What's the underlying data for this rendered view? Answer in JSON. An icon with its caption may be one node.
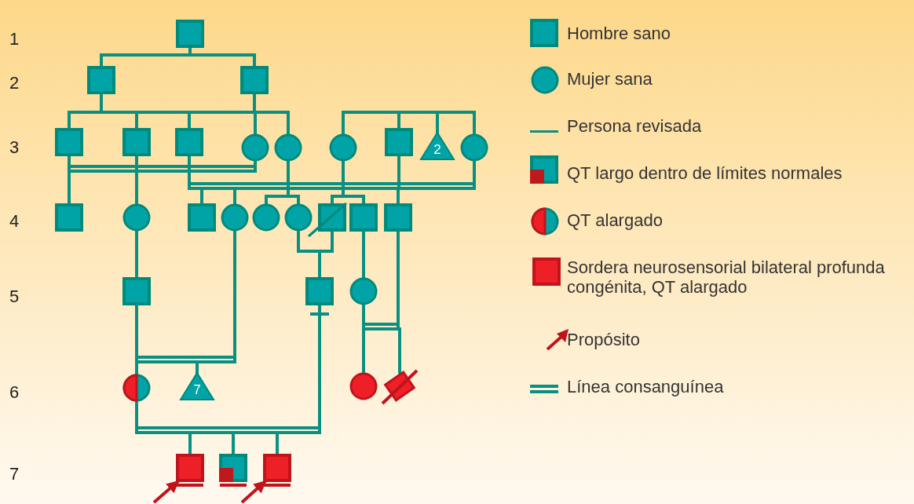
{
  "diagram": {
    "nodes": [
      {
        "text": [],
        "shape": "box"
      },
      {
        "text": [],
        "shape": "box"
      },
      {
        "text": [],
        "shape": "box"
      },
      {
        "text": [],
        "shape": "box"
      },
      {
        "text": [],
        "shape": "box"
      },
      {
        "text": [],
        "shape": "box"
      },
      {
        "text": [],
        "shape": "circle"
      },
      {
        "text": [],
        "shape": "circle"
      },
      {
        "text": [],
        "shape": "circle"
      },
      {
        "text": [],
        "shape": "box"
      },
      {
        "text": [
          "2"
        ]
      },
      {
        "text": [],
        "shape": "circle"
      },
      {
        "text": [],
        "shape": "box"
      },
      {
        "text": [],
        "shape": "circle"
      },
      {
        "text": [],
        "shape": "box"
      },
      {
        "text": [],
        "shape": "circle"
      },
      {
        "text": [],
        "shape": "circle"
      },
      {
        "text": [],
        "shape": "circle"
      },
      {
        "text": [],
        "shape": "box"
      },
      {
        "text": [],
        "shape": "box"
      },
      {
        "text": [],
        "shape": "box"
      },
      {
        "text": [],
        "shape": "box"
      },
      {
        "text": [],
        "shape": "box"
      },
      {
        "text": [],
        "shape": "circle"
      },
      {
        "text": [],
        "shape": "circle"
      },
      {
        "text": [
          "7"
        ]
      },
      {
        "text": [],
        "shape": "circle"
      },
      {
        "text": [],
        "shape": "diamond"
      },
      {
        "text": [],
        "shape": "box"
      },
      {
        "text": [],
        "shape": "box"
      },
      {
        "text": [],
        "shape": "box"
      }
    ],
    "edges": [
      {
        "from": 0,
        "to": 1,
        "arrow": "none"
      },
      {
        "from": 0,
        "to": 2,
        "arrow": "none"
      },
      {
        "from": 1,
        "to": 3,
        "arrow": "none"
      },
      {
        "from": 1,
        "to": 4,
        "arrow": "none"
      },
      {
        "from": 1,
        "to": 5,
        "arrow": "none"
      },
      {
        "from": 1,
        "to": 7,
        "arrow": "none"
      },
      {
        "from": 2,
        "to": 6,
        "arrow": "none"
      },
      {
        "from": 8,
        "to": 9,
        "arrow": "none"
      },
      {
        "from": 9,
        "to": 10,
        "arrow": "none"
      },
      {
        "from": 10,
        "to": 11,
        "arrow": "none"
      },
      {
        "from": 3,
        "to": 6,
        "arrow": "none"
      },
      {
        "from": 3,
        "to": 12,
        "arrow": "none"
      },
      {
        "from": 6,
        "to": 12,
        "arrow": "none"
      },
      {
        "from": 4,
        "to": 13,
        "arrow": "none"
      },
      {
        "from": 5,
        "to": 11,
        "arrow": "none"
      },
      {
        "from": 5,
        "to": 14,
        "arrow": "none"
      },
      {
        "from": 11,
        "to": 14,
        "arrow": "none"
      },
      {
        "from": 5,
        "to": 15,
        "arrow": "none"
      },
      {
        "from": 11,
        "to": 15,
        "arrow": "none"
      },
      {
        "from": 7,
        "to": 16,
        "arrow": "none"
      },
      {
        "from": 7,
        "to": 17,
        "arrow": "none"
      },
      {
        "from": 8,
        "to": 18,
        "arrow": "none"
      },
      {
        "from": 8,
        "to": 19,
        "arrow": "none"
      },
      {
        "from": 9,
        "to": 20,
        "arrow": "none"
      },
      {
        "from": 19,
        "to": 23,
        "arrow": "none"
      },
      {
        "from": 13,
        "to": 21,
        "arrow": "none"
      },
      {
        "from": 17,
        "to": 18,
        "arrow": "none"
      },
      {
        "from": 17,
        "to": 22,
        "arrow": "none"
      },
      {
        "from": 18,
        "to": 22,
        "arrow": "none"
      },
      {
        "from": 21,
        "to": 15,
        "arrow": "none"
      },
      {
        "from": 21,
        "to": 24,
        "arrow": "none"
      },
      {
        "from": 15,
        "to": 24,
        "arrow": "none"
      },
      {
        "from": 21,
        "to": 25,
        "arrow": "none"
      },
      {
        "from": 15,
        "to": 25,
        "arrow": "none"
      },
      {
        "from": 23,
        "to": 20,
        "arrow": "none"
      },
      {
        "from": 23,
        "to": 26,
        "arrow": "none"
      },
      {
        "from": 20,
        "to": 26,
        "arrow": "none"
      },
      {
        "from": 23,
        "to": 27,
        "arrow": "none"
      },
      {
        "from": 20,
        "to": 27,
        "arrow": "none"
      },
      {
        "from": 24,
        "to": 22,
        "arrow": "none"
      },
      {
        "from": 24,
        "to": 28,
        "arrow": "none"
      },
      {
        "from": 22,
        "to": 28,
        "arrow": "none"
      },
      {
        "from": 24,
        "to": 29,
        "arrow": "none"
      },
      {
        "from": 22,
        "to": 29,
        "arrow": "none"
      },
      {
        "from": 24,
        "to": 30,
        "arrow": "none"
      },
      {
        "from": 22,
        "to": 30,
        "arrow": "none"
      },
      {
        "from": null,
        "to": 28,
        "arrow": "to",
        "color": "#c0141c"
      },
      {
        "from": null,
        "to": 30,
        "arrow": "to",
        "color": "#c0141c"
      }
    ],
    "labels": [
      "1",
      "2",
      "3",
      "4",
      "5",
      "6",
      "7"
    ],
    "legend": [
      {
        "text": "Hombre sano"
      },
      {
        "text": "Mujer sana"
      },
      {
        "text": "Persona revisada"
      },
      {
        "text": "QT largo dentro de límites normales"
      },
      {
        "text": "QT alargado"
      },
      {
        "text": "Sordera neurosensorial bilateral profunda congénita, QT alargado"
      },
      {
        "text": "Propósito"
      },
      {
        "text": "Línea consanguínea"
      }
    ]
  }
}
